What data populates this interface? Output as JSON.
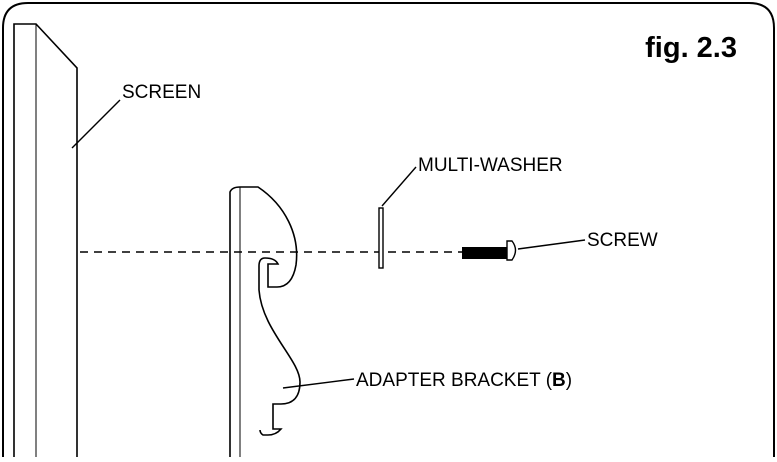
{
  "figure": {
    "label": "fig. 2.3"
  },
  "labels": {
    "screen": "SCREEN",
    "multi_washer": "MULTI-WASHER",
    "screw": "SCREW",
    "adapter_bracket_prefix": "ADAPTER BRACKET (",
    "adapter_bracket_letter": "B",
    "adapter_bracket_suffix": ")"
  },
  "colors": {
    "line": "#000000",
    "background": "#ffffff"
  }
}
